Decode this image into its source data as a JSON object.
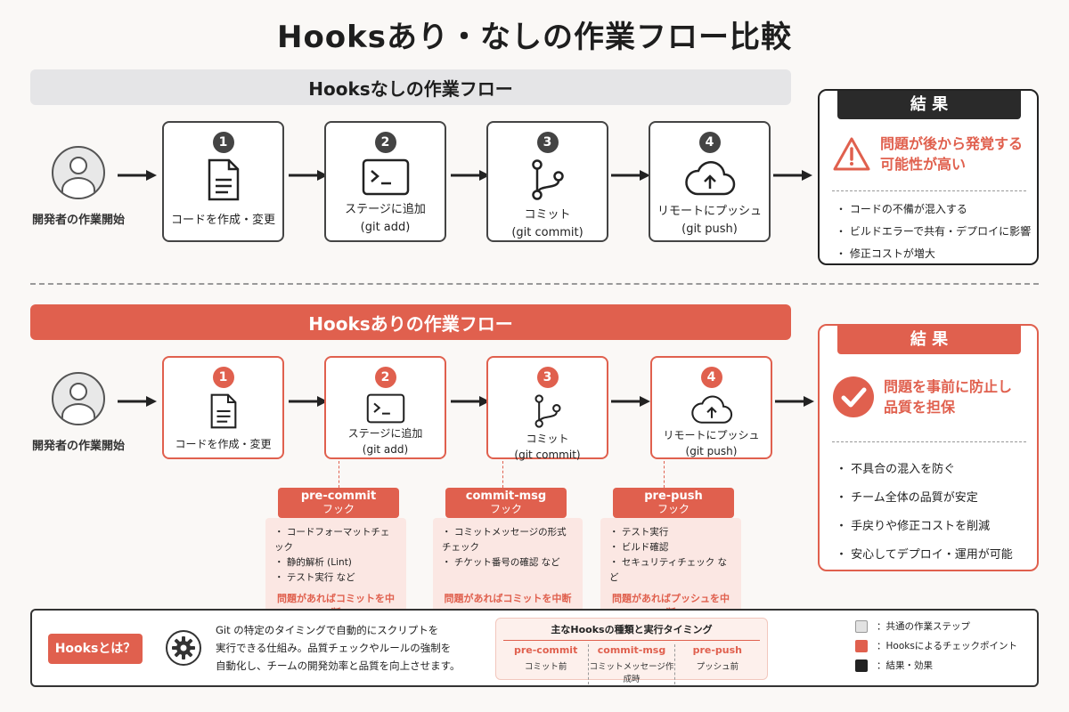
{
  "title": "Hooksあり・なしの作業フロー比較",
  "colors": {
    "accent": "#e0604e",
    "dark": "#2a2a2a",
    "gray": "#e5e5e7",
    "pink": "#fbe7e3"
  },
  "without": {
    "banner": "Hooksなしの作業フロー",
    "actor": "開発者の作業開始",
    "steps": [
      {
        "num": "1",
        "icon": "document-icon",
        "label": "コードを作成・変更",
        "sub": ""
      },
      {
        "num": "2",
        "icon": "terminal-icon",
        "label": "ステージに追加",
        "sub": "(git add)"
      },
      {
        "num": "3",
        "icon": "git-branch-icon",
        "label": "コミット",
        "sub": "(git commit)"
      },
      {
        "num": "4",
        "icon": "cloud-upload-icon",
        "label": "リモートにプッシュ",
        "sub": "(git push)"
      }
    ],
    "result": {
      "head": "結 果",
      "main_line1": "問題が後から発覚する",
      "main_line2": "可能性が高い",
      "icon": "warning-icon",
      "items": [
        "・ コードの不備が混入する",
        "・ ビルドエラーで共有・デプロイに影響",
        "・ 修正コストが増大"
      ]
    }
  },
  "with": {
    "banner": "Hooksありの作業フロー",
    "actor": "開発者の作業開始",
    "steps": [
      {
        "num": "1",
        "icon": "document-icon",
        "label": "コードを作成・変更",
        "sub": ""
      },
      {
        "num": "2",
        "icon": "terminal-icon",
        "label": "ステージに追加",
        "sub": "(git add)"
      },
      {
        "num": "3",
        "icon": "git-branch-icon",
        "label": "コミット",
        "sub": "(git commit)"
      },
      {
        "num": "4",
        "icon": "cloud-upload-icon",
        "label": "リモートにプッシュ",
        "sub": "(git push)"
      }
    ],
    "hooks": [
      {
        "name": "pre-commit",
        "kind": "フック",
        "items": [
          "・ コードフォーマットチェック",
          "・ 静的解析 (Lint)",
          "・ テスト実行 など"
        ],
        "warn": "問題があればコミットを中断"
      },
      {
        "name": "commit-msg",
        "kind": "フック",
        "items": [
          "・ コミットメッセージの形式チェック",
          "・ チケット番号の確認 など"
        ],
        "warn": "問題があればコミットを中断"
      },
      {
        "name": "pre-push",
        "kind": "フック",
        "items": [
          "・ テスト実行",
          "・ ビルド確認",
          "・ セキュリティチェック など"
        ],
        "warn": "問題があればプッシュを中断"
      }
    ],
    "result": {
      "head": "結 果",
      "main_line1": "問題を事前に防止し",
      "main_line2": "品質を担保",
      "icon": "check-circle-icon",
      "items": [
        "・ 不具合の混入を防ぐ",
        "・ チーム全体の品質が安定",
        "・ 手戻りや修正コストを削減",
        "・ 安心してデプロイ・運用が可能"
      ]
    }
  },
  "footer": {
    "what_label": "Hooksとは？",
    "explain_line1": "Git の特定のタイミングで自動的にスクリプトを",
    "explain_line2": "実行できる仕組み。品質チェックやルールの強制を",
    "explain_line3": "自動化し、チームの開発効率と品質を向上させます。",
    "timing_title": "主なHooksの種類と実行タイミング",
    "timing": [
      {
        "name": "pre-commit",
        "when": "コミット前"
      },
      {
        "name": "commit-msg",
        "when": "コミットメッセージ作成時"
      },
      {
        "name": "pre-push",
        "when": "プッシュ前"
      }
    ],
    "legend": [
      {
        "label": "：共通の作業ステップ",
        "color": "#e2e2e2"
      },
      {
        "label": "：Hooksによるチェックポイント",
        "color": "#e0604e"
      },
      {
        "label": "：結果・効果",
        "color": "#222222"
      }
    ]
  }
}
